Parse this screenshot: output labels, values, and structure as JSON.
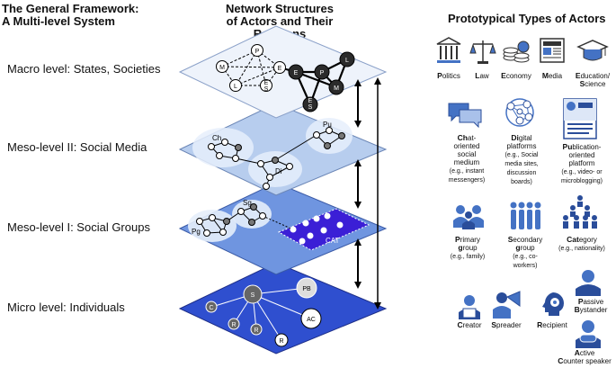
{
  "header": {
    "framework_line1": "The General Framework:",
    "framework_line2": "A Multi-level System",
    "network_line1": "Network Structures",
    "network_line2": "of Actors and Their Relations",
    "actors_title": "Prototypical Types of Actors"
  },
  "levels": {
    "macro": "Macro level: States, Societies",
    "meso2": "Meso-level II: Social Media",
    "meso1": "Meso-level I: Social Groups",
    "micro": "Micro level: Individuals"
  },
  "nodes": {
    "macro": [
      "P",
      "M",
      "E",
      "L",
      "E",
      "S",
      "L",
      "E",
      "P",
      "M",
      "E",
      "S"
    ],
    "meso2": [
      "Ch",
      "Pu",
      "Di"
    ],
    "meso1": [
      "Pg",
      "Sg",
      "CAT"
    ],
    "micro": [
      "S",
      "PB",
      "AC",
      "C",
      "R",
      "R",
      "R"
    ]
  },
  "actors": {
    "macro": [
      {
        "bold": "P",
        "rest": "olitics",
        "icon": "politics-icon"
      },
      {
        "bold": "L",
        "rest": "aw",
        "icon": "law-icon"
      },
      {
        "bold": "E",
        "rest": "conomy",
        "icon": "economy-icon"
      },
      {
        "bold": "M",
        "rest": "edia",
        "icon": "media-icon"
      },
      {
        "bold1": "E",
        "rest1": "ducation/",
        "bold2": "S",
        "rest2": "cience",
        "icon": "education-icon"
      }
    ],
    "meso2": [
      {
        "bold": "Ch",
        "l1": "at-",
        "l2": "oriented",
        "l3": "social",
        "l4": "medium",
        "sub1": "(e.g., instant",
        "sub2": "messengers)"
      },
      {
        "bold": "Di",
        "l1": "gital",
        "l2": "platforms",
        "sub1": "(e.g., Social",
        "sub2": "media sites,",
        "sub3": "discussion",
        "sub4": "boards)"
      },
      {
        "bold": "Pu",
        "l1": "blication-",
        "l2": "oriented",
        "l3": "platform",
        "sub1": "(e.g., video- or",
        "sub2": "microblogging)"
      }
    ],
    "meso1": [
      {
        "bold1": "P",
        "r1": "rimary",
        "bold2": "g",
        "r2": "roup",
        "sub": "(e.g., family)"
      },
      {
        "bold1": "S",
        "r1": "econdary",
        "bold2": "g",
        "r2": "roup",
        "sub1": "(e.g., co-",
        "sub2": "workers)"
      },
      {
        "bold": "Cat",
        "r": "egory",
        "sub": "(e.g., nationality)"
      }
    ],
    "micro": [
      {
        "bold": "C",
        "rest": "reator"
      },
      {
        "bold": "S",
        "rest": "preader"
      },
      {
        "bold": "R",
        "rest": "ecipient"
      },
      {
        "bold": "P",
        "rest1": "assive",
        "bold2": "B",
        "rest2": "ystander"
      },
      {
        "bold": "A",
        "rest1": "ctive",
        "bold2": "C",
        "rest2": "ounter speaker"
      }
    ]
  },
  "colors": {
    "macro_plane": "#eef3fb",
    "meso2_plane": "#b7cdee",
    "meso1_plane": "#6f95e0",
    "micro_plane": "#2f4fcf",
    "cat_region": "#3b1fd6",
    "icon": "#4472c4",
    "icon_dark": "#2a4d9a",
    "node_dark": "#2b2b2b"
  }
}
